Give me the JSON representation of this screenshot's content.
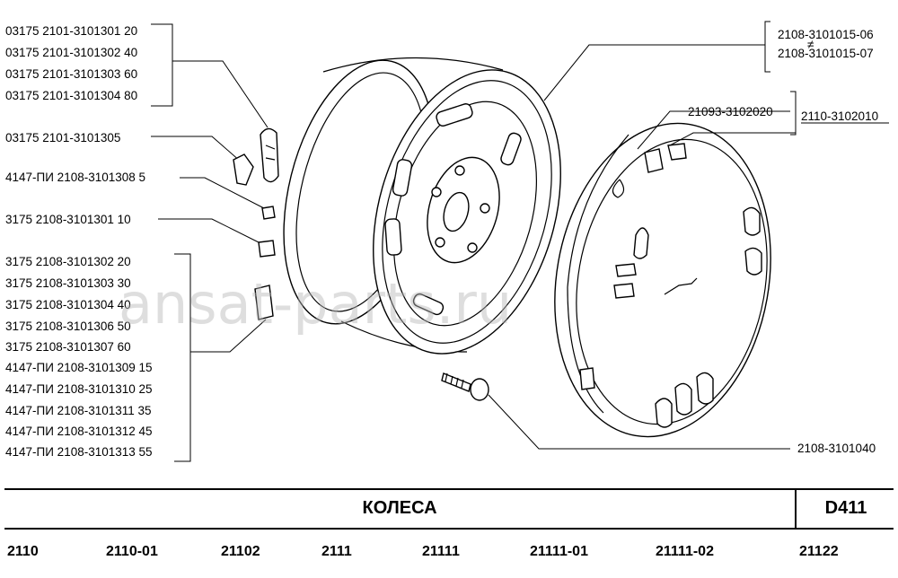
{
  "left_labels": [
    "03175  2101-3101301  20",
    "03175  2101-3101302  40",
    "03175  2101-3101303  60",
    "03175  2101-3101304  80",
    "03175  2101-3101305",
    "4147-ПИ  2108-3101308  5",
    "3175  2108-3101301  10",
    "3175  2108-3101302  20",
    "3175  2108-3101303  30",
    "3175  2108-3101304  40",
    "3175  2108-3101306  50",
    "3175  2108-3101307  60",
    "4147-ПИ  2108-3101309  15",
    "4147-ПИ  2108-3101310  25",
    "4147-ПИ  2108-3101311  35",
    "4147-ПИ  2108-3101312  45",
    "4147-ПИ  2108-3101313  55"
  ],
  "right_labels": {
    "wheel_a": "2108-3101015-06",
    "neq": "≠",
    "wheel_b": "2108-3101015-07",
    "cap_a": "21093-3102020",
    "cap_b": "2110-3102010",
    "bolt": "2108-3101040"
  },
  "watermark": "ansat-parts.ru",
  "title": "КОЛЕСА",
  "code": "D411",
  "models": [
    "2110",
    "2110-01",
    "21102",
    "2111",
    "21111",
    "21111-01",
    "21111-02",
    "21122"
  ]
}
